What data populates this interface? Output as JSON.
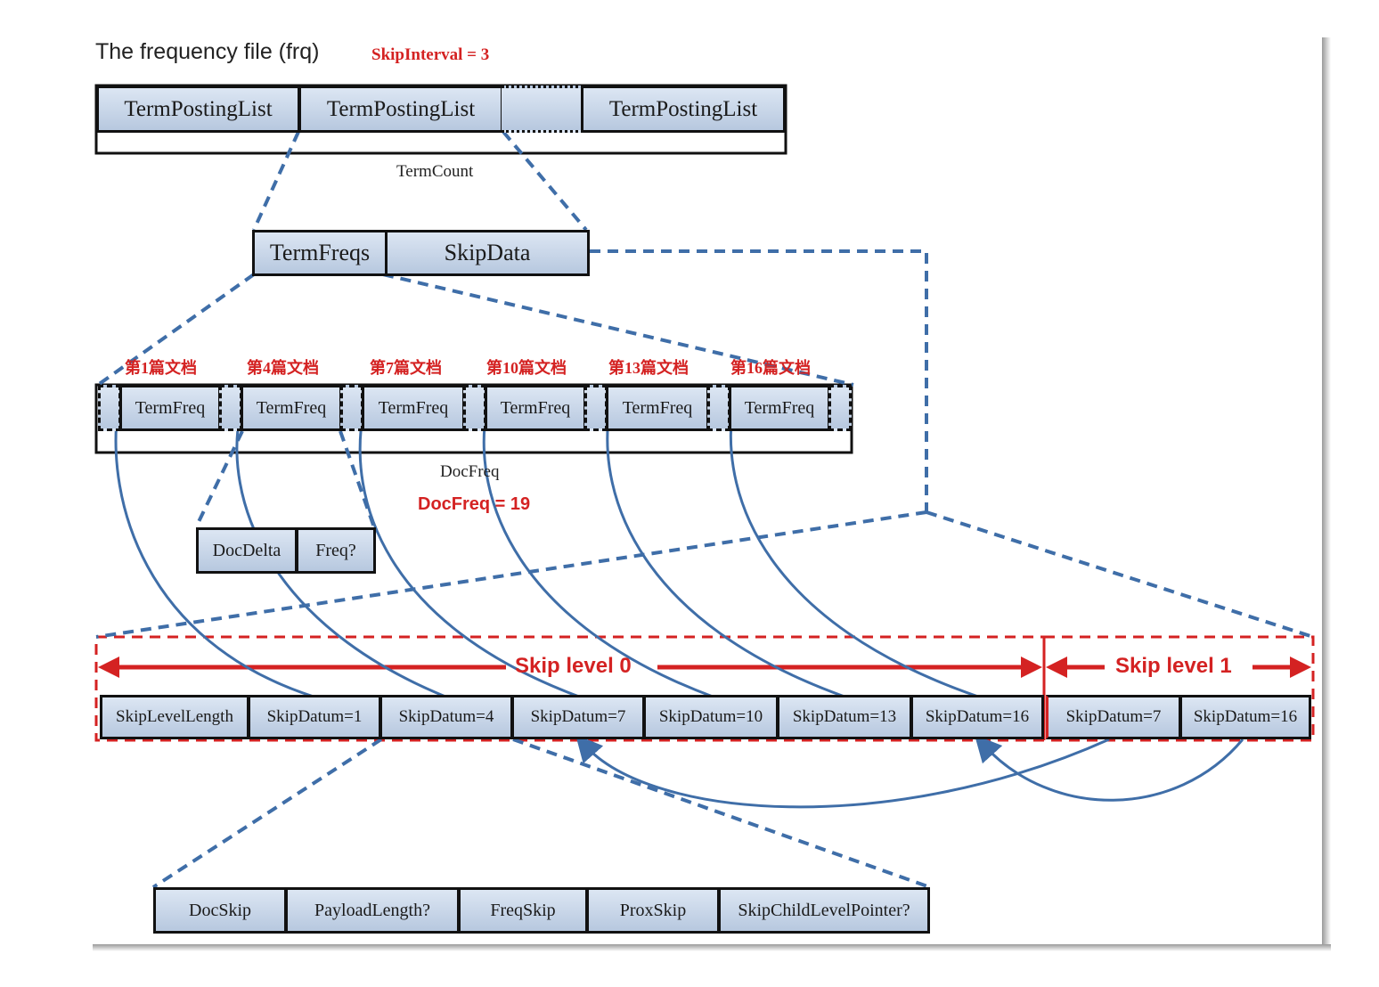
{
  "title": "The frequency file (frq)",
  "skip_interval": "SkipInterval = 3",
  "row1": [
    "TermPostingList",
    "TermPostingList",
    "TermPostingList"
  ],
  "term_count": "TermCount",
  "row2": [
    "TermFreqs",
    "SkipData"
  ],
  "doc_labels": [
    "第1篇文档",
    "第4篇文档",
    "第7篇文档",
    "第10篇文档",
    "第13篇文档",
    "第16篇文档"
  ],
  "term_freq": [
    "TermFreq",
    "TermFreq",
    "TermFreq",
    "TermFreq",
    "TermFreq",
    "TermFreq"
  ],
  "doc_freq_label": "DocFreq",
  "doc_freq_value": "DocFreq = 19",
  "row4": [
    "DocDelta",
    "Freq?"
  ],
  "skip_level_0": "Skip level 0",
  "skip_level_1": "Skip level 1",
  "skip_row": [
    "SkipLevelLength",
    "SkipDatum=1",
    "SkipDatum=4",
    "SkipDatum=7",
    "SkipDatum=10",
    "SkipDatum=13",
    "SkipDatum=16",
    "SkipDatum=7",
    "SkipDatum=16"
  ],
  "bottom_row": [
    "DocSkip",
    "PayloadLength?",
    "FreqSkip",
    "ProxSkip",
    "SkipChildLevelPointer?"
  ],
  "colors": {
    "box_top": "#dce6f3",
    "box_bottom": "#b7c8df",
    "dash_blue": "#3f6ea8",
    "red": "#d42222"
  }
}
